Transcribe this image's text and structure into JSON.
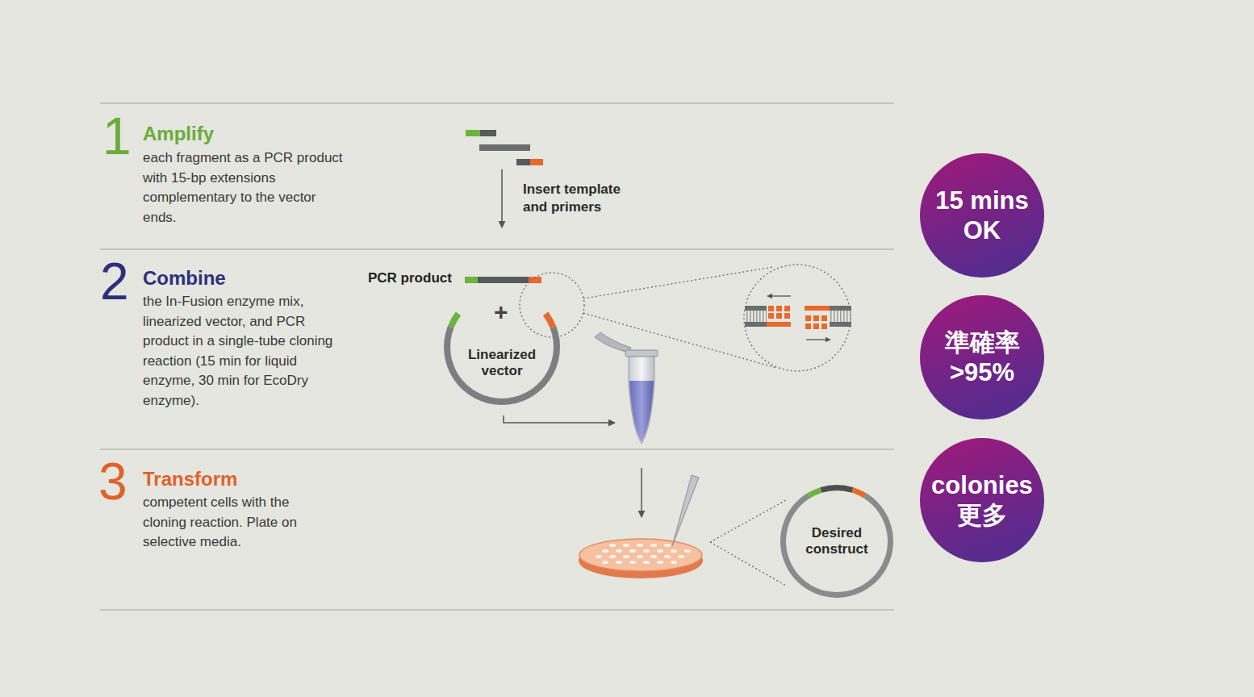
{
  "diagram": {
    "nodes": [
      {
        "text": [
          "Linearized vector"
        ]
      },
      {
        "text": [
          "Desired construct"
        ]
      },
      {
        "text": [
          "15 mins OK"
        ]
      },
      {
        "text": [
          "準確率 >95%"
        ]
      },
      {
        "text": [
          "colonies 更多"
        ]
      }
    ],
    "labels": [
      "1",
      "Amplify",
      "each fragment as a PCR product with 15-bp extensions complementary to the vector ends.",
      "Insert template and primers",
      "2",
      "Combine",
      "the In-Fusion enzyme mix, linearized vector, and PCR product in a single-tube cloning reaction (15 min for liquid enzyme, 30 min for EcoDry enzyme).",
      "PCR product",
      "+",
      "3",
      "Transform",
      "competent cells with the cloning reaction. Plate on selective media."
    ]
  }
}
